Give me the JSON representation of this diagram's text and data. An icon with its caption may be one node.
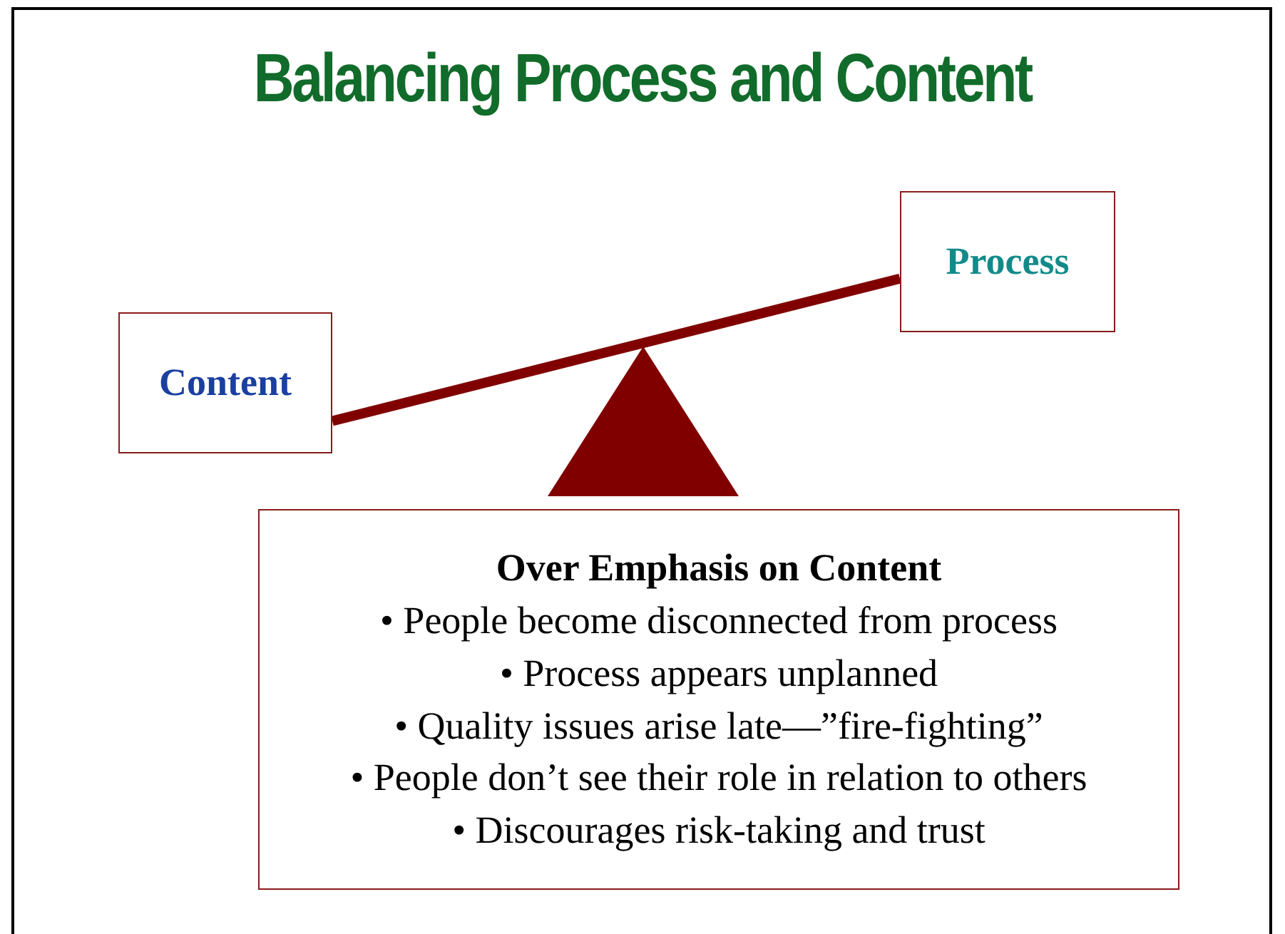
{
  "diagram": {
    "title": "Balancing Process and Content",
    "nodes": [
      {
        "text": [
          "Process"
        ]
      },
      {
        "text": [
          "Content"
        ]
      },
      {
        "text": [],
        "shape": "triangle"
      },
      {
        "text": [
          "Over Emphasis on Content",
          "• People become disconnected from process",
          "• Process appears unplanned",
          "• Quality issues arise late—”fire-fighting”",
          "• People don’t see their role in relation to others",
          "• Discourages risk-taking and trust"
        ]
      }
    ],
    "edges": [
      {
        "from": 1,
        "to": 0,
        "arrow": "none"
      }
    ]
  }
}
